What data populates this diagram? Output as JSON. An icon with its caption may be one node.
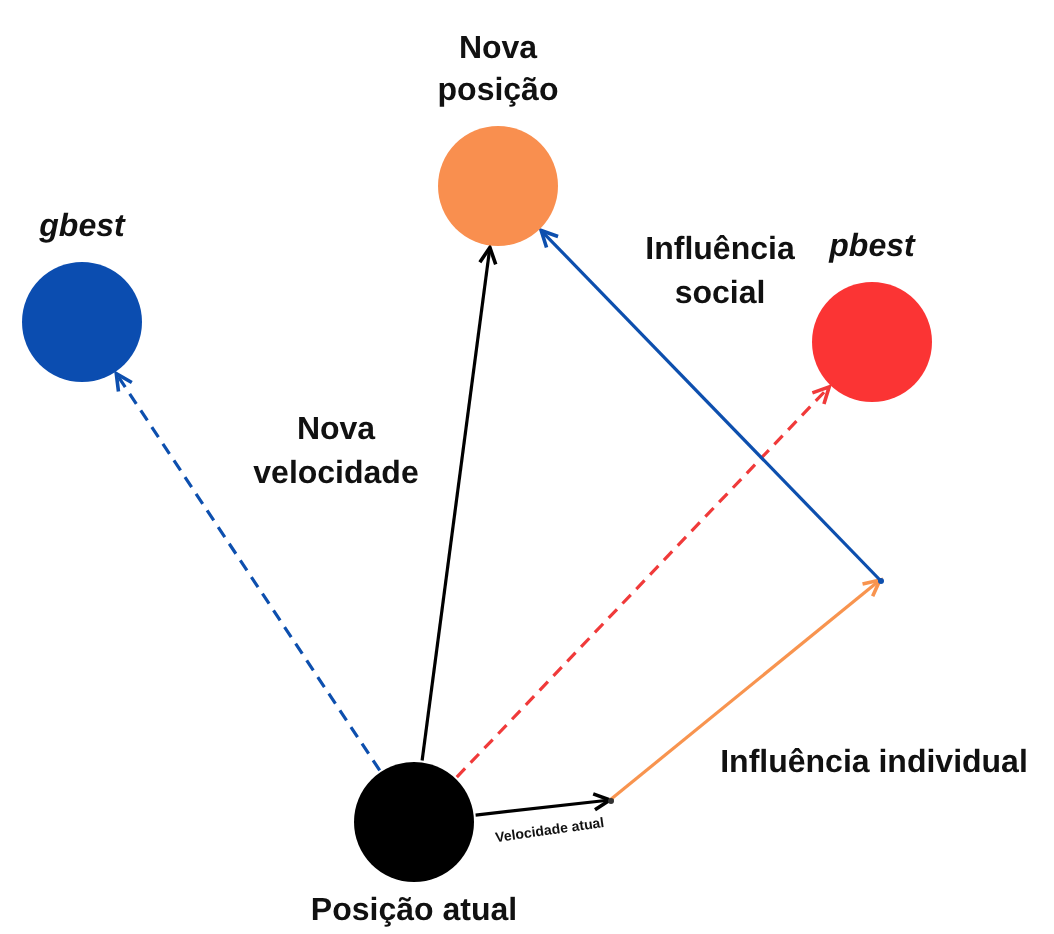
{
  "diagram": {
    "nodes": [
      {
        "text": [
          "Nova posição"
        ]
      },
      {
        "text": [
          "gbest"
        ]
      },
      {
        "text": [
          "pbest"
        ]
      },
      {
        "text": [
          "Posição atual"
        ]
      },
      {
        "text": [],
        "shape": "point"
      },
      {
        "text": [],
        "shape": "point"
      }
    ],
    "edges": [
      {
        "from": 3,
        "to": 0,
        "arrow": "to",
        "label": "Nova velocidade"
      },
      {
        "from": 3,
        "to": 1,
        "arrow": "to",
        "style": "dashed",
        "color": "#0d4fae"
      },
      {
        "from": 3,
        "to": 2,
        "arrow": "to",
        "style": "dashed",
        "color": "#f03a3a"
      },
      {
        "from": 3,
        "to": 4,
        "arrow": "to",
        "label": "Velocidade atual"
      },
      {
        "from": 4,
        "to": 5,
        "arrow": "to",
        "label": "Influência individual",
        "color": "#f8944f"
      },
      {
        "from": 5,
        "to": 0,
        "arrow": "to",
        "label": "Influência social",
        "color": "#0d4fae"
      }
    ]
  }
}
